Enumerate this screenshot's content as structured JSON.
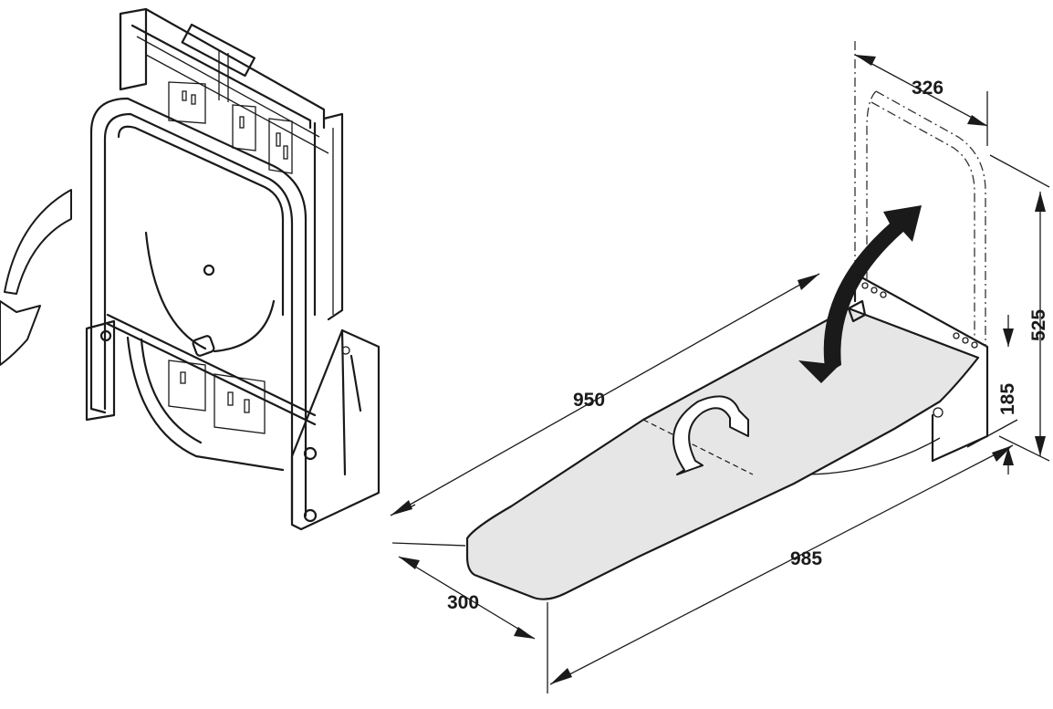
{
  "dimensions": {
    "board_length": "950",
    "overall_length": "985",
    "board_width": "300",
    "bracket_width": "326",
    "overall_height": "525",
    "bracket_height": "185"
  },
  "colors": {
    "line": "#1a1a1a",
    "board_fill": "#e6e6e6",
    "background": "#ffffff"
  },
  "icons": {
    "rotate_arrow_left": "curved-hollow-arrow",
    "fold_up_arrow": "curved-solid-arrow",
    "swivel_arrow": "curved-hollow-arrow"
  }
}
